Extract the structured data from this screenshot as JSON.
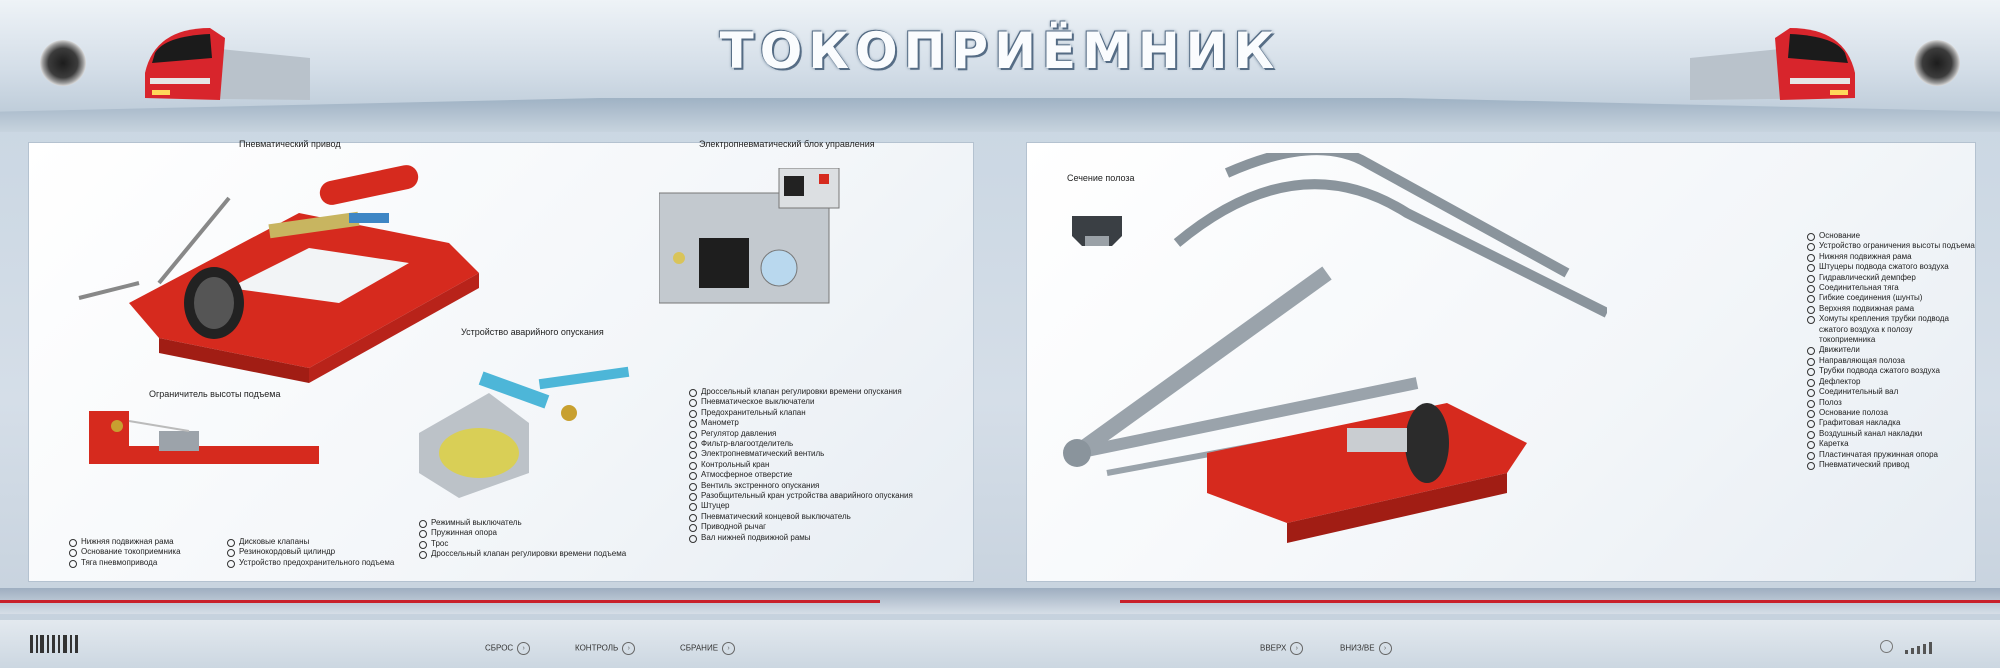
{
  "header": {
    "title": "ТОКОПРИЁМНИК"
  },
  "left_panel": {
    "pneumatic_drive_title": "Пневматический привод",
    "control_block_title": "Электропневматический блок управления",
    "emergency_device_title": "Устройство аварийного опускания",
    "height_limiter_title": "Ограничитель высоты подъема",
    "legend_bottom_left_col1": [
      "Нижняя подвижная рама",
      "Основание токоприемника",
      "Тяга пневмопривода"
    ],
    "legend_bottom_left_col2": [
      "Дисковые клапаны",
      "Резинокордовый цилиндр",
      "Устройство предохранительного подъема"
    ],
    "legend_emergency": [
      "Режимный выключатель",
      "Пружинная опора",
      "Трос",
      "Дроссельный клапан регулировки времени подъема"
    ],
    "legend_control": [
      "Дроссельный клапан регулировки времени опускания",
      "Пневматическое выключатели",
      "Предохранительный клапан",
      "Манометр",
      "Регулятор давления",
      "Фильтр-влагоотделитель",
      "Электропневматический вентиль",
      "Контрольный кран",
      "Атмосферное отверстие",
      "Вентиль экстренного опускания",
      "Разобщительный кран устройства аварийного опускания",
      "Штуцер",
      "Пневматический концевой выключатель",
      "Приводной рычаг",
      "Вал нижней подвижной рамы"
    ]
  },
  "right_panel": {
    "section_title": "Сечение полоза",
    "legend": [
      "Основание",
      "Устройство ограничения высоты подъема",
      "Нижняя подвижная рама",
      "Штуцеры подвода сжатого воздуха",
      "Гидравлический демпфер",
      "Соединительная тяга",
      "Гибкие соединения (шунты)",
      "Верхняя подвижная рама",
      "Хомуты крепления трубки подвода сжатого воздуха к полозу токоприемника",
      "Движители",
      "Направляющая полоза",
      "Трубки подвода сжатого воздуха",
      "Дефлектор",
      "Соединительный вал",
      "Полоз",
      "Основание полоза",
      "Графитовая накладка",
      "Воздушный канал накладки",
      "Каретка",
      "Пластинчатая пружинная опора",
      "Пневматический привод"
    ]
  },
  "footer": {
    "nav_items": [
      "СБРОС",
      "КОНТРОЛЬ",
      "СБРАНИЕ"
    ],
    "nav_right": [
      "ВВЕРХ",
      "ВНИЗ/ВЕ"
    ]
  },
  "colors": {
    "accent_red": "#d62a1e",
    "frame_gray": "#8a949c",
    "panel_bg": "#f3f6f9"
  }
}
